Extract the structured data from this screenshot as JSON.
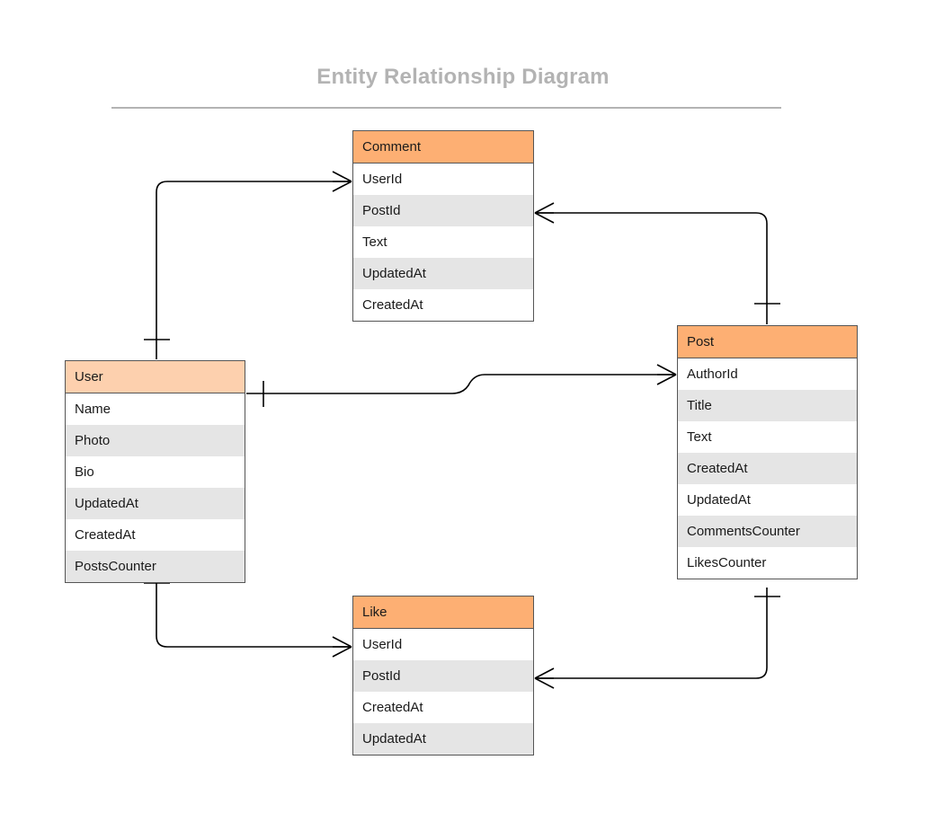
{
  "page": {
    "title": "Entity Relationship Diagram",
    "background_color": "#ffffff",
    "title_color": "#b3b3b3"
  },
  "palette": {
    "header_strong": "#fdaf73",
    "header_light": "#fdd0ae",
    "row_alt": "#e5e5e5",
    "row_base": "#ffffff",
    "border": "#555555",
    "connector": "#000000"
  },
  "diagram": {
    "type": "entity-relationship",
    "notation": "crows-foot",
    "entities": [
      {
        "id": "comment",
        "name": "Comment",
        "header_shade": "strong",
        "attributes": [
          "UserId",
          "PostId",
          "Text",
          "UpdatedAt",
          "CreatedAt"
        ]
      },
      {
        "id": "user",
        "name": "User",
        "header_shade": "light",
        "attributes": [
          "Name",
          "Photo",
          "Bio",
          "UpdatedAt",
          "CreatedAt",
          "PostsCounter"
        ]
      },
      {
        "id": "post",
        "name": "Post",
        "header_shade": "strong",
        "attributes": [
          "AuthorId",
          "Title",
          "Text",
          "CreatedAt",
          "UpdatedAt",
          "CommentsCounter",
          "LikesCounter"
        ]
      },
      {
        "id": "like",
        "name": "Like",
        "header_shade": "strong",
        "attributes": [
          "UserId",
          "PostId",
          "CreatedAt",
          "UpdatedAt"
        ]
      }
    ],
    "relationships": [
      {
        "id": "user-has-many-comments",
        "from_entity": "User",
        "to_entity": "Comment",
        "to_attribute": "UserId",
        "from_cardinality": "one",
        "to_cardinality": "many"
      },
      {
        "id": "post-has-many-comments",
        "from_entity": "Post",
        "to_entity": "Comment",
        "to_attribute": "PostId",
        "from_cardinality": "one",
        "to_cardinality": "many"
      },
      {
        "id": "user-has-many-posts",
        "from_entity": "User",
        "to_entity": "Post",
        "to_attribute": "AuthorId",
        "from_cardinality": "one",
        "to_cardinality": "many"
      },
      {
        "id": "user-has-many-likes",
        "from_entity": "User",
        "to_entity": "Like",
        "to_attribute": "UserId",
        "from_cardinality": "one",
        "to_cardinality": "many"
      },
      {
        "id": "post-has-many-likes",
        "from_entity": "Post",
        "to_entity": "Like",
        "to_attribute": "PostId",
        "from_cardinality": "one",
        "to_cardinality": "many"
      }
    ]
  }
}
